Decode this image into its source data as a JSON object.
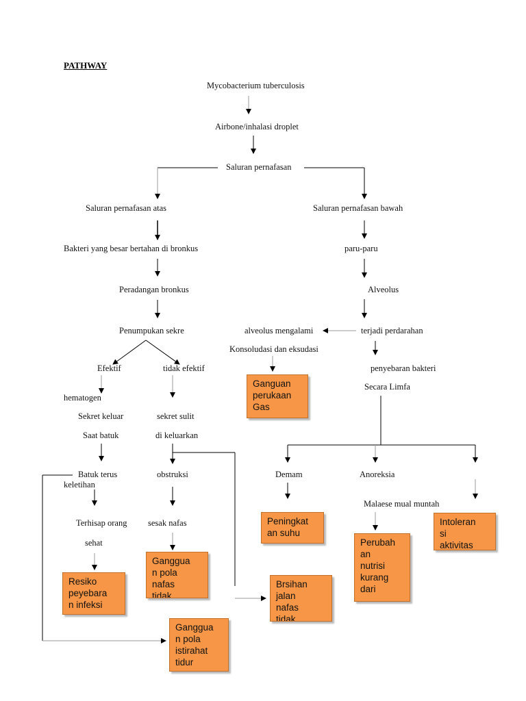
{
  "title": "PATHWAY",
  "nodes": {
    "mycobacterium": "Mycobacterium tuberculosis",
    "airbone": "Airbone/inhalasi droplet",
    "saluran_pernafasan": "Saluran pernafasan",
    "saluran_atas": "Saluran pernafasan atas",
    "saluran_bawah": "Saluran pernafasan  bawah",
    "bakteri_bronkus": "Bakteri yang besar bertahan di bronkus",
    "paru_paru": "paru-paru",
    "peradangan_bronkus": "Peradangan bronkus",
    "alveolus": "Alveolus",
    "penumpukan_sekre": "Penumpukan sekre",
    "alveolus_mengalami": "alveolus  mengalami",
    "terjadi_perdarahan": "terjadi  perdarahan",
    "konsolidasi": "Konsoludasi dan eksudasi",
    "efektif": "Efektif",
    "tidak_efektif": "tidak efektif",
    "penyebaran_bakteri": "penyebaran bakteri",
    "secara_limfa": "Secara  Limfa",
    "hematogen": "hematogen",
    "sekret_keluar": "Sekret keluar",
    "sekret_sulit": "sekret sulit",
    "saat_batuk": "Saat batuk",
    "di_keluarkan": "di keluarkan",
    "batuk_terus": "Batuk terus",
    "keletihan": "keletihan",
    "obstruksi": "obstruksi",
    "demam": "Demam",
    "anoreksia": "Anoreksia",
    "malaese": "Malaese mual muntah",
    "terhisap_orang": "Terhisap orang",
    "sehat": "sehat",
    "sesak_nafas": "sesak nafas"
  },
  "boxes": {
    "ganguan_perukaan_gas": "Ganguan\nperukaan\nGas",
    "peningkatan_suhu": "Peningkat\nan suhu",
    "intoleransi_aktivitas": "Intoleran\nsi\naktivitas",
    "perubahan_nutrisi": "Perubah\nan\nnutrisi\nkurang\ndari",
    "resiko_penyebaran": "Resiko\npeyebara\nn infeksi",
    "gangguan_pola_nafas": "Ganggua\nn pola\nnafas\ntidak",
    "bersihan_jalan_nafas": "Brsihan\njalan\nnafas\ntidak",
    "gangguan_pola_istirahat": "Ganggua\nn pola\nistirahat\ntidur"
  }
}
